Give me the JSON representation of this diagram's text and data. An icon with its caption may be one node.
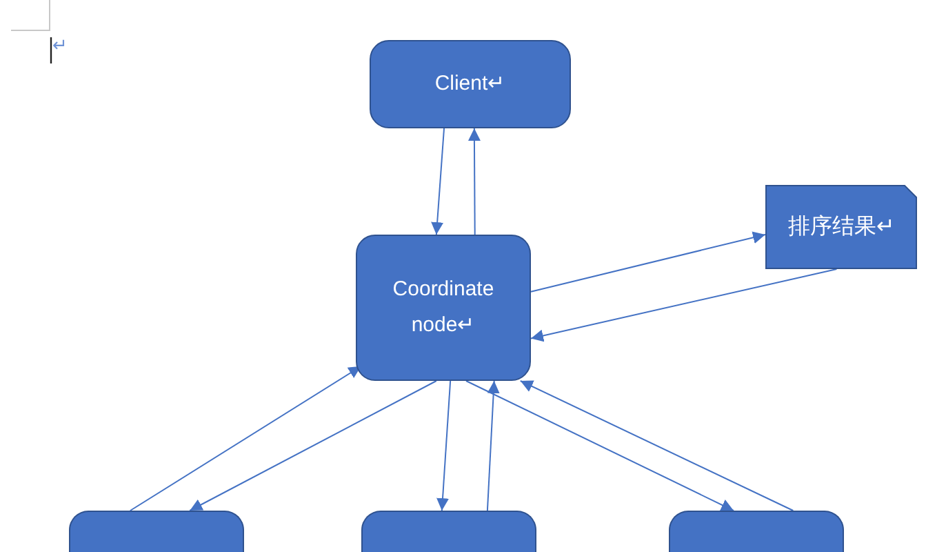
{
  "diagram": {
    "nodes": [
      {
        "text": [
          "Client↵"
        ]
      },
      {
        "text": [
          "Coordinate node↵"
        ]
      },
      {
        "text": [
          "排序结果↵"
        ]
      },
      {
        "text": [],
        "shape": "box"
      },
      {
        "text": [],
        "shape": "box"
      },
      {
        "text": [],
        "shape": "box"
      }
    ],
    "edges": [
      {
        "from": 0,
        "to": 1,
        "arrow": "to"
      },
      {
        "from": 1,
        "to": 0,
        "arrow": "to"
      },
      {
        "from": 1,
        "to": 2,
        "arrow": "to"
      },
      {
        "from": 2,
        "to": 1,
        "arrow": "to"
      },
      {
        "from": 3,
        "to": 1,
        "arrow": "to"
      },
      {
        "from": 1,
        "to": 3,
        "arrow": "to"
      },
      {
        "from": 1,
        "to": 4,
        "arrow": "to"
      },
      {
        "from": 4,
        "to": 1,
        "arrow": "to"
      },
      {
        "from": 1,
        "to": 5,
        "arrow": "to"
      },
      {
        "from": 5,
        "to": 1,
        "arrow": "to"
      }
    ],
    "labels": [
      "↵"
    ]
  }
}
